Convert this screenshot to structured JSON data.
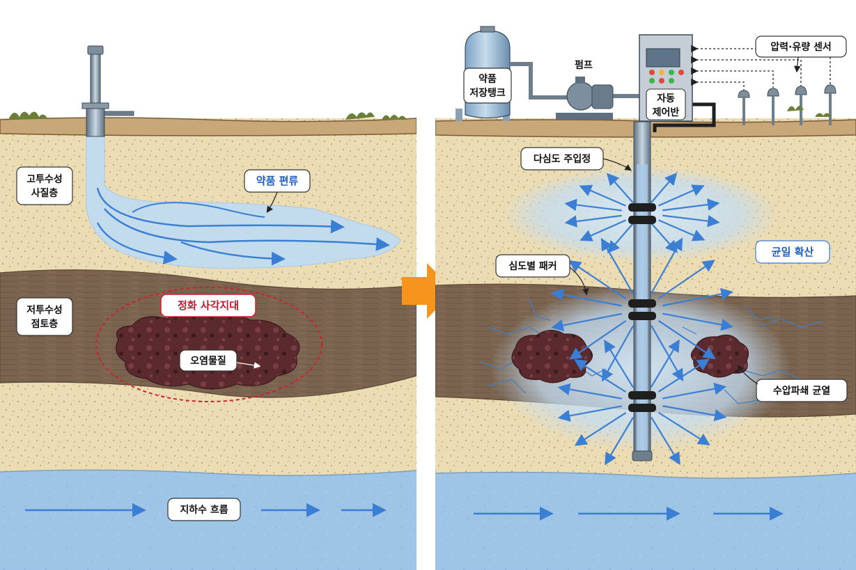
{
  "colors": {
    "sand": "#ecdcb3",
    "clay": "#7a6450",
    "water": "#9ec4e6",
    "chemical": "#bfdcf3",
    "flow_arrow": "#3b7fd4",
    "contaminant": "#5a2a2e",
    "warning_red": "#d0202e",
    "transition_arrow": "#f7941d"
  },
  "left": {
    "sand_layer": "고투수성\n사질층",
    "clay_layer": "저투수성\n점토층",
    "channeling": "약품 편류",
    "dead_zone": "정화 사각지대",
    "contaminant": "오염물질",
    "groundwater": "지하수 흐름"
  },
  "right": {
    "tank": "약품\n저장탱크",
    "pump": "펌프",
    "control_panel": "자동\n제어반",
    "sensors": "압력·유량 센서",
    "injection_well": "다심도 주입정",
    "packers": "심도별 패커",
    "uniform_spread": "균일 확산",
    "fracture": "수압파쇄 균열"
  },
  "transition_icon": "arrow-right-icon"
}
